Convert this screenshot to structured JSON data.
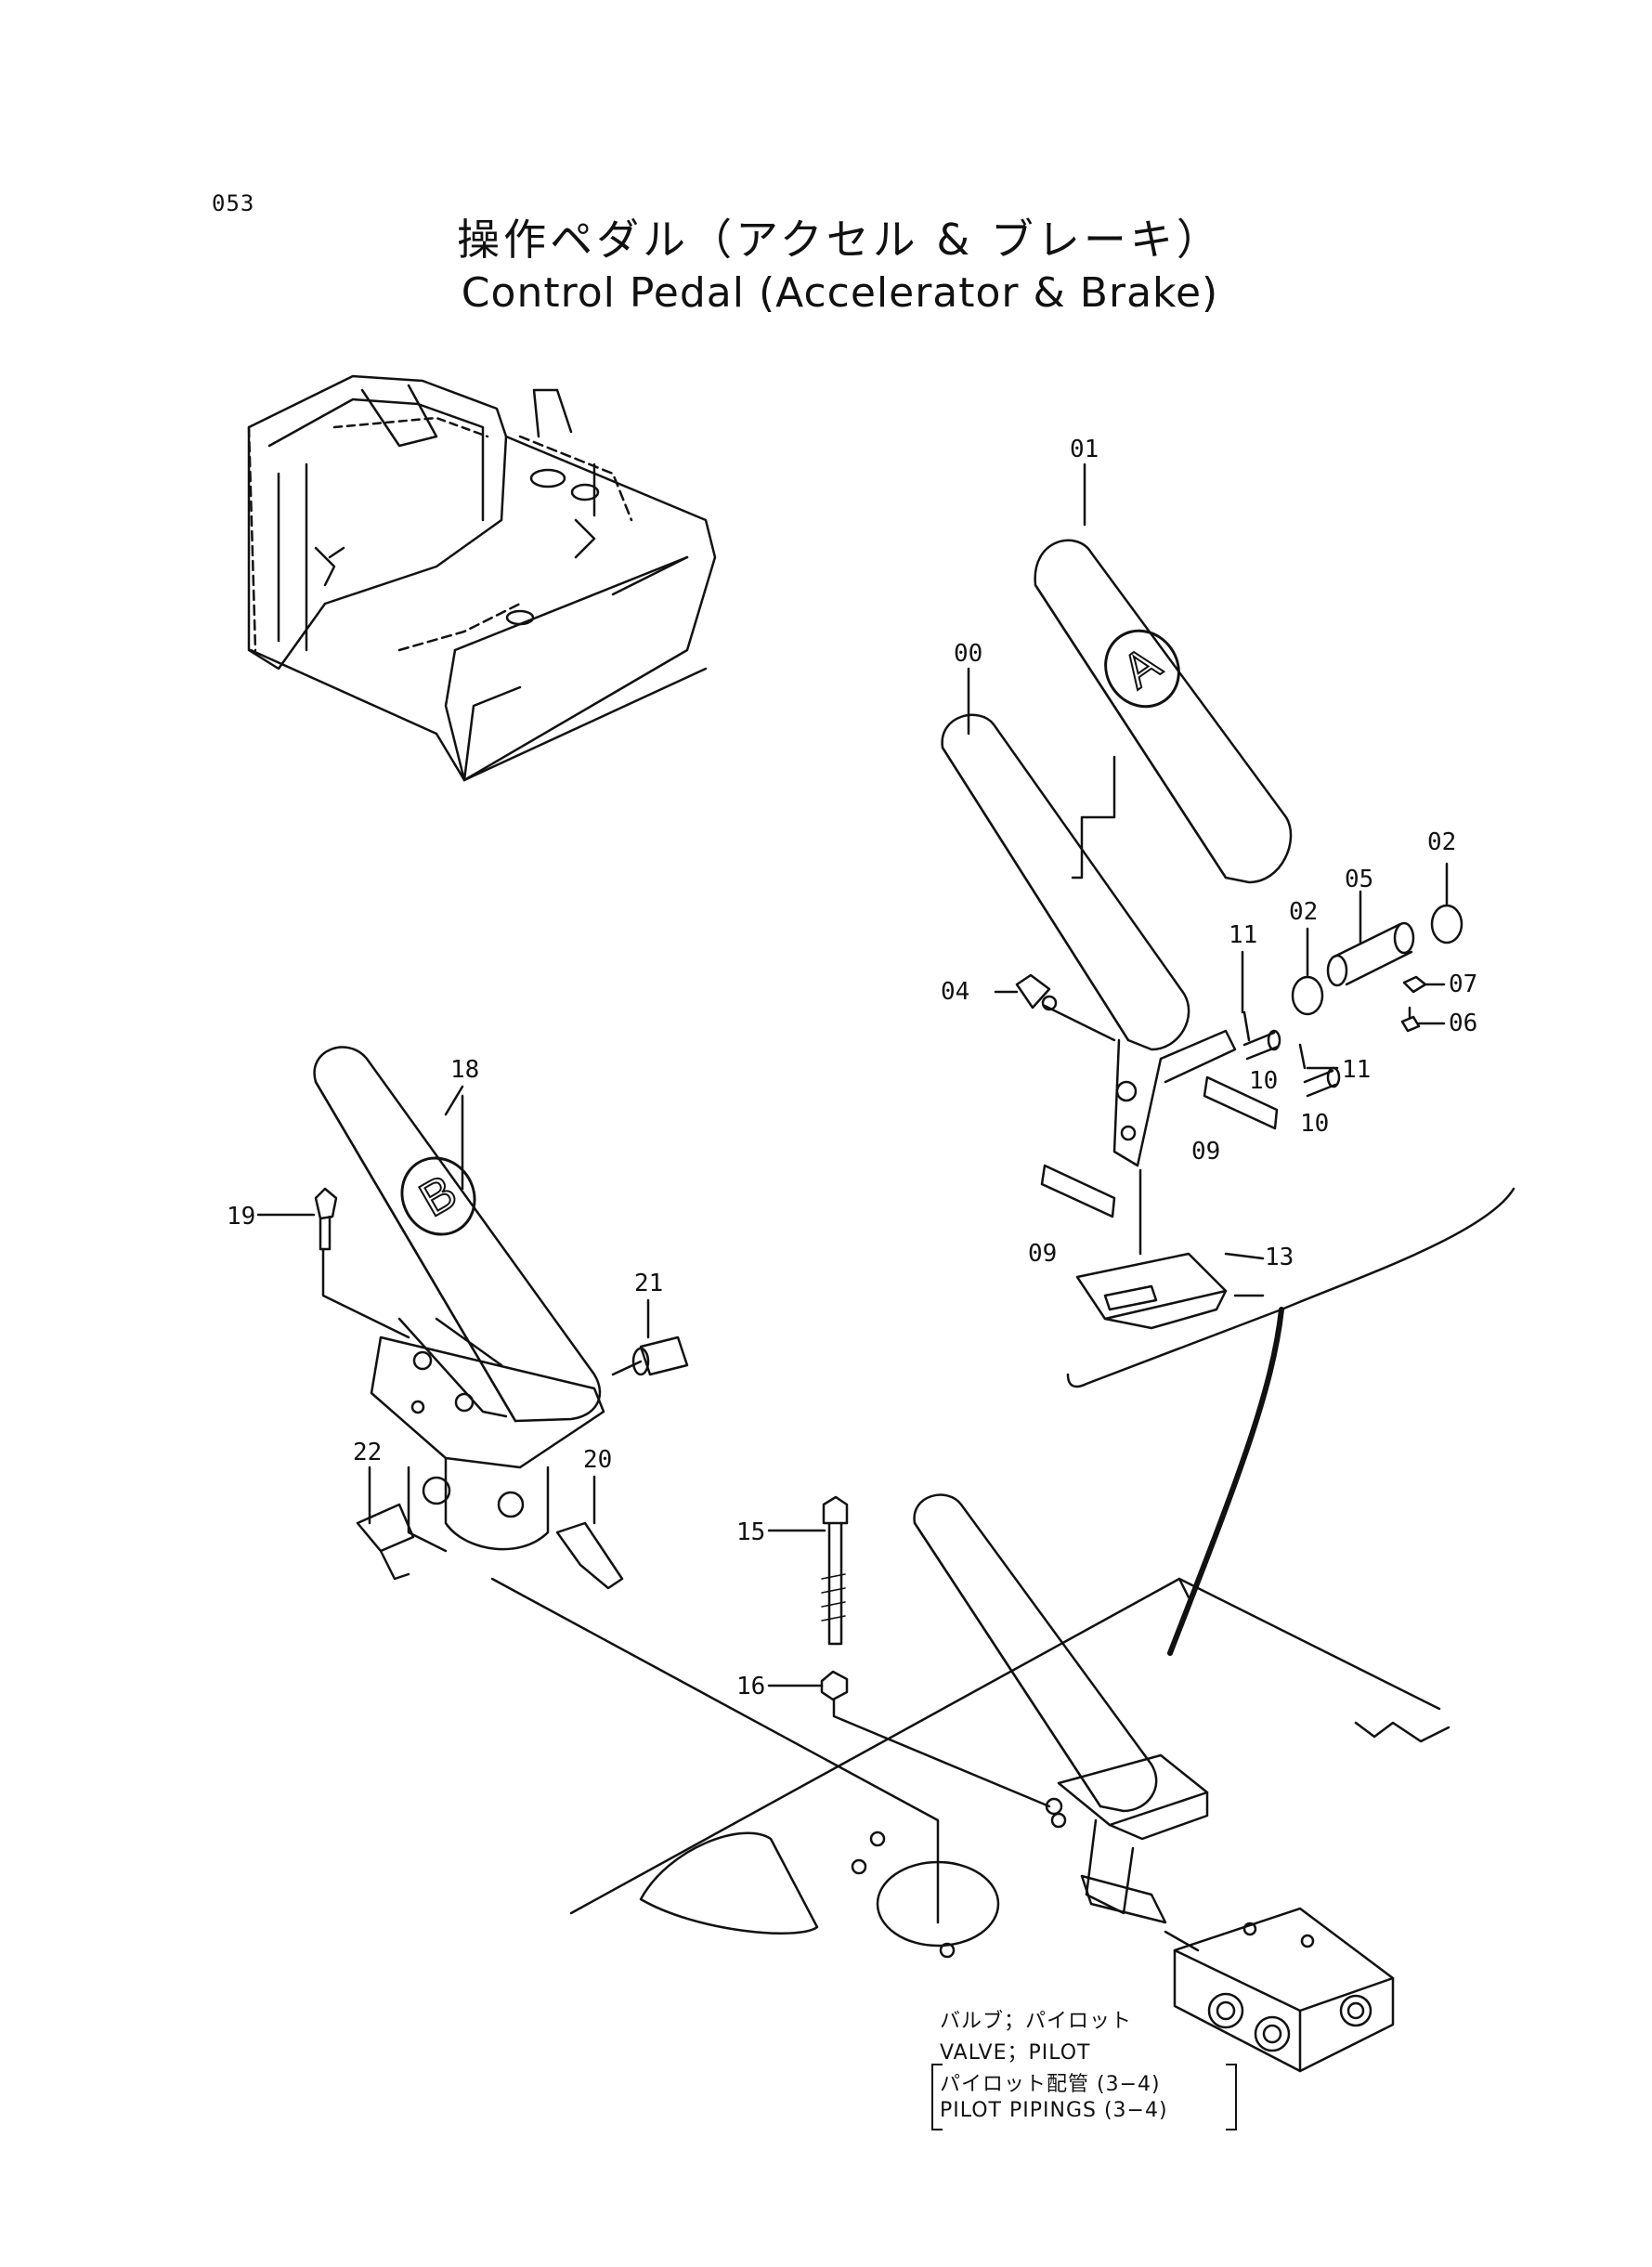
{
  "page_number": "053",
  "title_jp": "操作ペダル（アクセル & ブレーキ）",
  "title_en": "Control Pedal (Accelerator & Brake)",
  "pedal_marks": {
    "accelerator": "A",
    "brake": "B"
  },
  "callouts": {
    "p00": "00",
    "p01": "01",
    "p02a": "02",
    "p02b": "02",
    "p04": "04",
    "p05": "05",
    "p06": "06",
    "p07": "07",
    "p09a": "09",
    "p09b": "09",
    "p10a": "10",
    "p10b": "10",
    "p11a": "11",
    "p11b": "11",
    "p13": "13",
    "p15": "15",
    "p16": "16",
    "p18": "18",
    "p19": "19",
    "p20": "20",
    "p21": "21",
    "p22": "22"
  },
  "notes": {
    "valve_jp": "バルブ；パイロット",
    "valve_en": "VALVE；PILOT",
    "piping_jp": "パイロット配管 (3−4)",
    "piping_en": "PILOT PIPINGS (3−4)"
  }
}
